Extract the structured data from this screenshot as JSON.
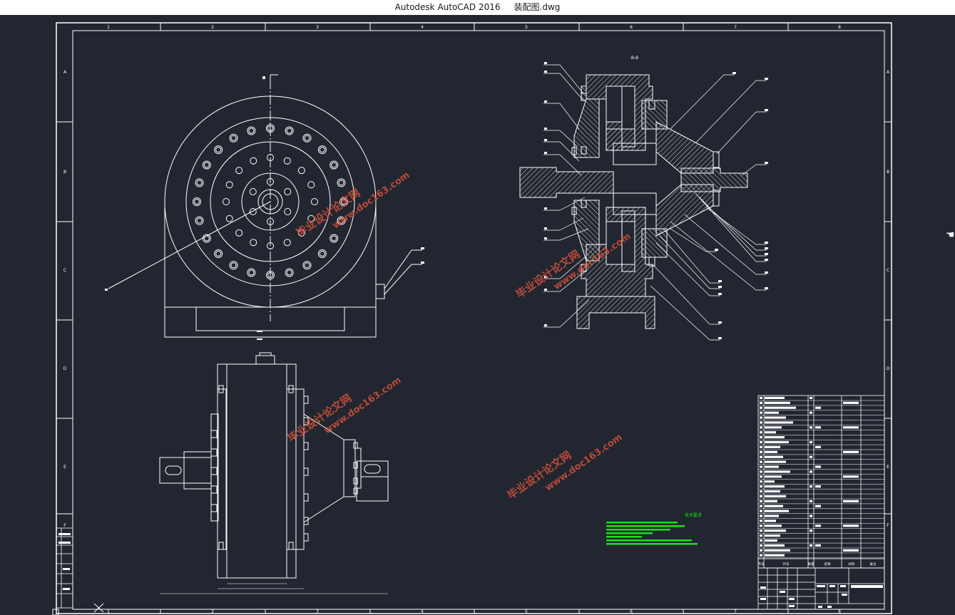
{
  "window": {
    "title": "Autodesk AutoCAD 2016     装配图.dwg"
  },
  "drawing": {
    "col_labels": [
      "1",
      "2",
      "3",
      "4",
      "5",
      "6",
      "7",
      "8"
    ],
    "row_labels": [
      "A",
      "B",
      "C",
      "D",
      "E",
      "F"
    ],
    "section_label": "B-B",
    "watermark_url": "www.doc163.com",
    "watermark_cn": "毕业设计论文网",
    "tech_req_title": "技术要求",
    "title_block_headers": [
      "序号",
      "代号",
      "名称",
      "数量",
      "材料",
      "备注"
    ]
  },
  "colors": {
    "background": "#222630",
    "lines": "#ffffff",
    "hatch": "#d8d8d8",
    "tech_text": "#19e019",
    "watermark": "#d2513a"
  }
}
